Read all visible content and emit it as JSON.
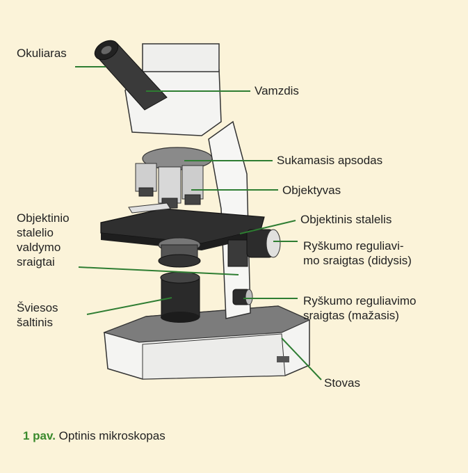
{
  "labels": {
    "okuliaras": "Okuliaras",
    "vamzdis": "Vamzdis",
    "sukamasis": "Sukamasis apsodas",
    "objektyvas": "Objektyvas",
    "stalelis": "Objektinis stalelis",
    "valdymo": [
      "Objektinio",
      "stalelio",
      "valdymo",
      "sraigtai"
    ],
    "didysis": [
      "Ryškumo reguliavi-",
      "mo sraigtas (didysis)"
    ],
    "mazasis": [
      "Ryškumo reguliavimo",
      "sraigtas (mažasis)"
    ],
    "sviesos": [
      "Šviesos",
      "šaltinis"
    ],
    "stovas": "Stovas"
  },
  "caption": {
    "number": "1 pav.",
    "text": " Optinis mikroskopas"
  },
  "colors": {
    "background": "#fbf3d9",
    "leader_line": "#2e7d32",
    "caption_number": "#3a8a2c"
  }
}
